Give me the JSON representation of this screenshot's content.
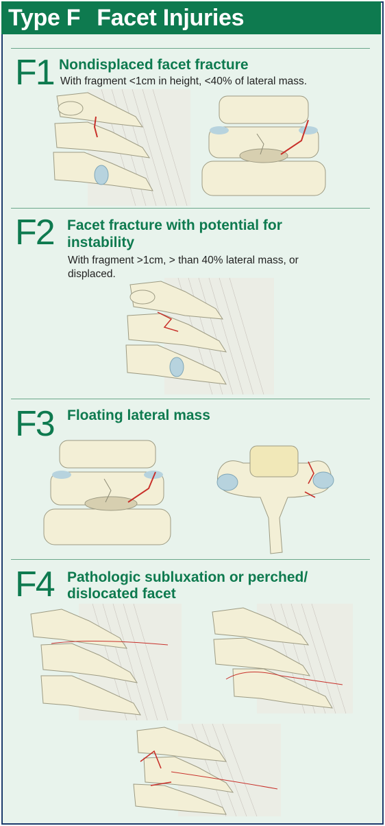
{
  "header": {
    "type_label": "Type F",
    "title": "Facet Injuries"
  },
  "colors": {
    "accent": "#0e7a4f",
    "panel": "#e8f3ec",
    "bone": "#f3efd6",
    "fracture": "#c8302a",
    "border": "#1b3a6b"
  },
  "sections": [
    {
      "code": "F1",
      "title": "Nondisplaced facet fracture",
      "description": "With fragment <1cm in height, <40% of lateral mass."
    },
    {
      "code": "F2",
      "title_line1": "Facet fracture with potential for",
      "title_line2": "instability",
      "description_line1": "With fragment >1cm, > than 40% lateral mass, or",
      "description_line2": "displaced."
    },
    {
      "code": "F3",
      "title": "Floating lateral mass"
    },
    {
      "code": "F4",
      "title_line1": "Pathologic subluxation or perched/",
      "title_line2": "dislocated facet"
    }
  ]
}
